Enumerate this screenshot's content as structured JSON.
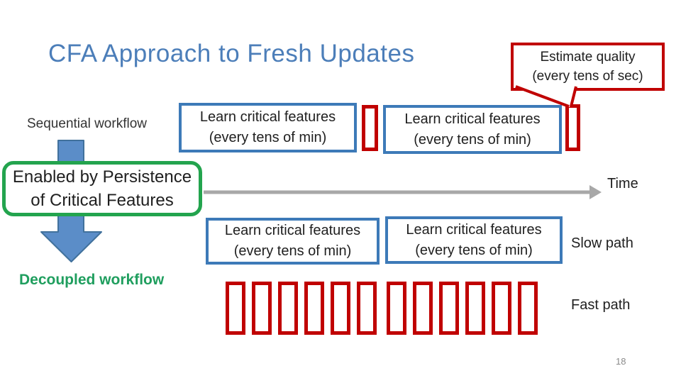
{
  "slide": {
    "title": "CFA Approach to Fresh Updates",
    "page_number": "18",
    "sequential_label": "Sequential workflow",
    "decoupled_label": "Decoupled workflow",
    "callout": {
      "line1": "Estimate quality",
      "line2": "(every tens of sec)"
    },
    "enabled_box": {
      "line1": "Enabled by Persistence",
      "line2": "of Critical Features"
    },
    "learn_box": {
      "line1": "Learn critical features",
      "line2": "(every tens of min)"
    },
    "time_label": "Time",
    "slow_path_label": "Slow path",
    "fast_path_label": "Fast path",
    "fast_path_tick_count": 12,
    "colors": {
      "title_blue": "#4c7eb9",
      "box_border_blue": "#3d7ab8",
      "arrow_fill_blue": "#5b8dc8",
      "arrow_stroke_blue": "#41719c",
      "accent_red": "#c00000",
      "accent_green": "#23a44e",
      "decoupled_text_green": "#1f9e5e",
      "time_arrow_gray": "#a8a8a8"
    }
  }
}
